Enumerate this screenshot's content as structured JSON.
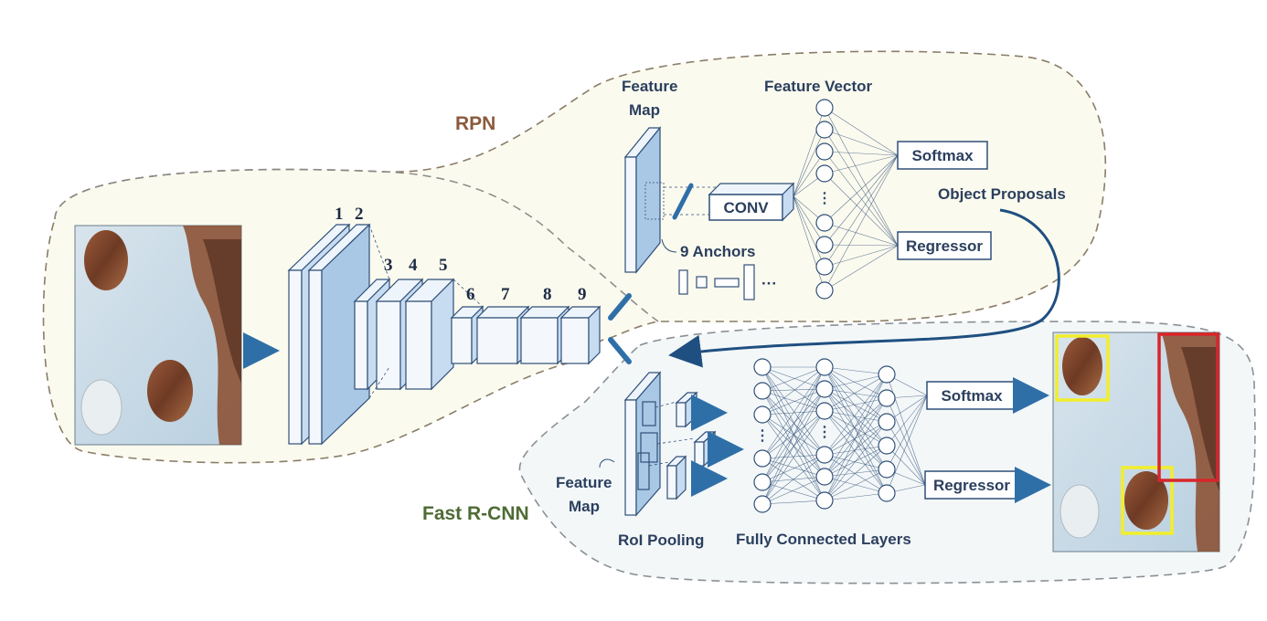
{
  "regions": {
    "rpn_label": "RPN",
    "fast_rcnn_label": "Fast R-CNN"
  },
  "backbone": {
    "layer_numbers": [
      "1",
      "2",
      "3",
      "4",
      "5",
      "6",
      "7",
      "8",
      "9"
    ]
  },
  "rpn": {
    "feature_map_line1": "Feature",
    "feature_map_line2": "Map",
    "feature_vector": "Feature Vector",
    "conv": "CONV",
    "anchors": "9 Anchors",
    "softmax": "Softmax",
    "regressor": "Regressor",
    "object_proposals": "Object Proposals"
  },
  "fast_rcnn": {
    "feature_map_line1": "Feature",
    "feature_map_line2": "Map",
    "roi_pooling": "RoI Pooling",
    "fully_connected": "Fully Connected Layers",
    "softmax": "Softmax",
    "regressor": "Regressor"
  },
  "colors": {
    "rpn_text": "#8b5a3c",
    "fast_rcnn_text": "#4e6b35",
    "accent_blue": "#2f6fa8",
    "detection_yellow": "#f2ee2a",
    "detection_red": "#d8262b"
  }
}
